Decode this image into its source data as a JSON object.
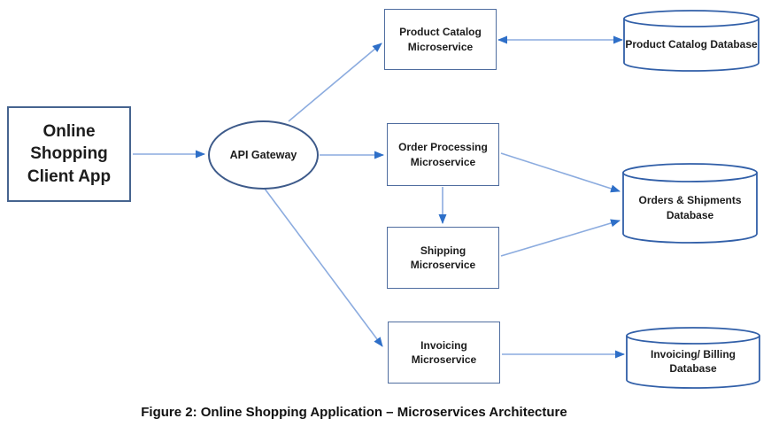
{
  "figure": {
    "caption": "Figure 2: Online Shopping Application – Microservices Architecture",
    "nodes": {
      "client_app": {
        "label": "Online Shopping Client App",
        "shape": "rectangle"
      },
      "api_gateway": {
        "label": "API Gateway",
        "shape": "ellipse"
      },
      "product_catalog_ms": {
        "label": "Product Catalog Microservice",
        "shape": "rectangle"
      },
      "order_processing_ms": {
        "label": "Order Processing Microservice",
        "shape": "rectangle"
      },
      "shipping_ms": {
        "label": "Shipping Microservice",
        "shape": "rectangle"
      },
      "invoicing_ms": {
        "label": "Invoicing Microservice",
        "shape": "rectangle"
      },
      "product_catalog_db": {
        "label": "Product Catalog Database",
        "shape": "cylinder"
      },
      "orders_shipments_db": {
        "label": "Orders & Shipments Database",
        "shape": "cylinder"
      },
      "invoicing_billing_db": {
        "label": "Invoicing/ Billing Database",
        "shape": "cylinder"
      }
    },
    "edges": [
      {
        "from": "Online Shopping Client App",
        "to": "API Gateway",
        "type": "arrow"
      },
      {
        "from": "API Gateway",
        "to": "Product Catalog Microservice",
        "type": "arrow"
      },
      {
        "from": "API Gateway",
        "to": "Order Processing Microservice",
        "type": "arrow"
      },
      {
        "from": "API Gateway",
        "to": "Invoicing Microservice",
        "type": "arrow"
      },
      {
        "from": "Product Catalog Microservice",
        "to": "Product Catalog Database",
        "type": "double-arrow"
      },
      {
        "from": "Order Processing Microservice",
        "to": "Orders & Shipments Database",
        "type": "arrow"
      },
      {
        "from": "Order Processing Microservice",
        "to": "Shipping Microservice",
        "type": "arrow"
      },
      {
        "from": "Shipping Microservice",
        "to": "Orders & Shipments Database",
        "type": "arrow"
      },
      {
        "from": "Invoicing Microservice",
        "to": "Invoicing/ Billing Database",
        "type": "arrow"
      }
    ],
    "colors": {
      "rect_border": "#4f6d9f",
      "ellipse_border": "#3d5a8a",
      "cylinder_border": "#315fa8",
      "connector_line": "#8cacdf",
      "arrowhead": "#2e6fc8",
      "label_text": "#1c1c1c"
    }
  }
}
